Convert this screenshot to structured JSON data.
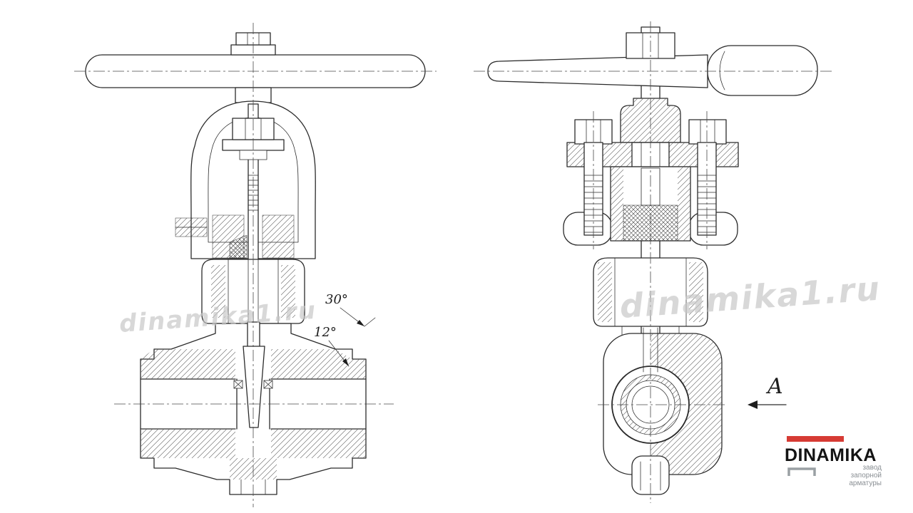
{
  "drawing": {
    "annotations": {
      "angle_chamfer": "30°",
      "angle_cone": "12°",
      "view_label": "A"
    },
    "watermark": {
      "text": "dinamika1.ru"
    },
    "logo": {
      "title": "DINAMIKA",
      "tagline": [
        "завод",
        "запорной",
        "арматуры"
      ],
      "accent_color": "#d63b34"
    },
    "colors": {
      "line": "#2b2b2b",
      "centerline": "#4a4a4a",
      "watermark": "#c6c6c6"
    }
  }
}
